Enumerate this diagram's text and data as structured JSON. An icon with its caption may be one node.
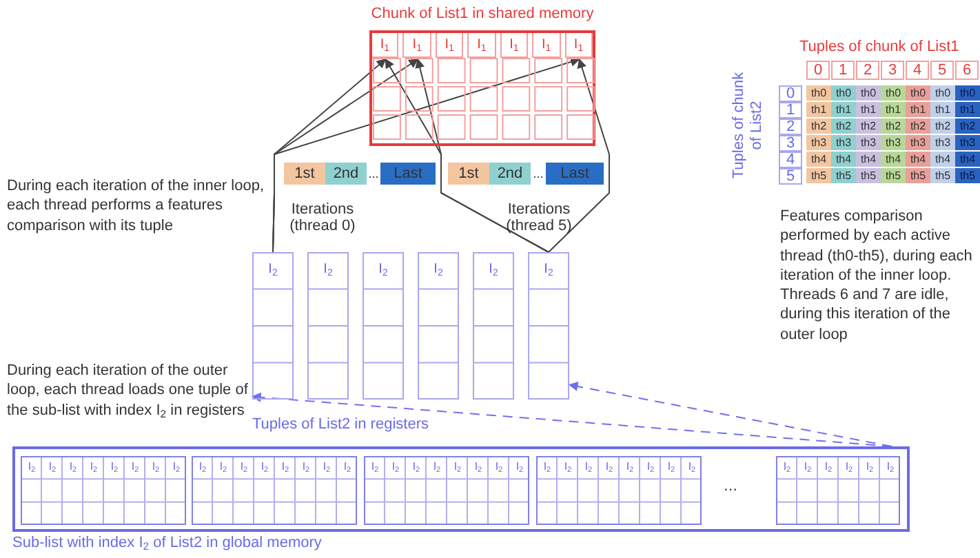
{
  "diagram": {
    "nodes": [
      {
        "text": [
          "Chunk of List1 in shared memory"
        ]
      },
      {
        "text": [
          "I$_{1}$"
        ],
        "in": 0
      },
      {
        "text": [
          "I$_{1}$"
        ],
        "in": 0
      },
      {
        "text": [
          "I$_{1}$"
        ],
        "in": 0
      },
      {
        "text": [
          "I$_{1}$"
        ],
        "in": 0
      },
      {
        "text": [
          "I$_{1}$"
        ],
        "in": 0
      },
      {
        "text": [
          "I$_{1}$"
        ],
        "in": 0
      },
      {
        "text": [
          "I$_{1}$"
        ],
        "in": 0
      },
      {
        "text": [
          "1st"
        ]
      },
      {
        "text": [
          "2nd"
        ]
      },
      {
        "text": [
          "Last"
        ]
      },
      {
        "text": [
          "1st"
        ]
      },
      {
        "text": [
          "2nd"
        ]
      },
      {
        "text": [
          "Last"
        ]
      },
      {
        "text": [
          "I$_{2}$"
        ]
      },
      {
        "text": [
          "I$_{2}$"
        ]
      },
      {
        "text": [
          "I$_{2}$"
        ]
      },
      {
        "text": [
          "I$_{2}$"
        ]
      },
      {
        "text": [
          "I$_{2}$"
        ]
      },
      {
        "text": [
          "I$_{2}$"
        ]
      },
      {
        "text": [
          "Sub-list with index I$_{2}$ of List2 in global memory"
        ]
      },
      {
        "text": [
          "I$_{2}$",
          "I$_{2}$",
          "I$_{2}$",
          "I$_{2}$",
          "I$_{2}$",
          "I$_{2}$",
          "I$_{2}$",
          "I$_{2}$"
        ],
        "in": 20
      },
      {
        "text": [
          "I$_{2}$",
          "I$_{2}$",
          "I$_{2}$",
          "I$_{2}$",
          "I$_{2}$",
          "I$_{2}$",
          "I$_{2}$",
          "I$_{2}$"
        ],
        "in": 20
      },
      {
        "text": [
          "I$_{2}$",
          "I$_{2}$",
          "I$_{2}$",
          "I$_{2}$",
          "I$_{2}$",
          "I$_{2}$",
          "I$_{2}$",
          "I$_{2}$"
        ],
        "in": 20
      },
      {
        "text": [
          "I$_{2}$",
          "I$_{2}$",
          "I$_{2}$",
          "I$_{2}$",
          "I$_{2}$",
          "I$_{2}$",
          "I$_{2}$",
          "I$_{2}$"
        ],
        "in": 20
      },
      {
        "text": [
          "I$_{2}$",
          "I$_{2}$",
          "I$_{2}$",
          "I$_{2}$",
          "I$_{2}$",
          "I$_{2}$"
        ],
        "in": 20
      }
    ],
    "edges": [
      {
        "from": 14,
        "to": 1,
        "arrow": "to"
      },
      {
        "from": 14,
        "to": 2,
        "arrow": "to"
      },
      {
        "from": 14,
        "to": 7,
        "arrow": "to"
      },
      {
        "from": 19,
        "to": 1,
        "arrow": "to"
      },
      {
        "from": 19,
        "to": 2,
        "arrow": "to"
      },
      {
        "from": 19,
        "to": 7,
        "arrow": "to"
      },
      {
        "from": 20,
        "to": 14,
        "arrow": "to",
        "style": "dashed",
        "color": "#7070ee"
      },
      {
        "from": 20,
        "to": 19,
        "arrow": "to",
        "style": "dashed",
        "color": "#7070ee"
      }
    ],
    "labels": [
      "During each iteration of the inner loop, each thread performs a features comparison with its tuple",
      "During each iteration of the outer loop, each thread loads one tuple of the sub-list with index I$_{2}$ in registers",
      "Iterations (thread 0)",
      "Iterations (thread 5)",
      "...",
      "...",
      "Tuples of List2 in registers",
      "...",
      "Tuples of chunk of List1",
      "0",
      "1",
      "2",
      "3",
      "4",
      "5",
      "6",
      "Tuples of chunk of List2",
      "0",
      "th0",
      "th0",
      "th0",
      "th0",
      "th0",
      "th0",
      "th0",
      "1",
      "th1",
      "th1",
      "th1",
      "th1",
      "th1",
      "th1",
      "th1",
      "2",
      "th2",
      "th2",
      "th2",
      "th2",
      "th2",
      "th2",
      "th2",
      "3",
      "th3",
      "th3",
      "th3",
      "th3",
      "th3",
      "th3",
      "th3",
      "4",
      "th4",
      "th4",
      "th4",
      "th4",
      "th4",
      "th4",
      "th4",
      "5",
      "th5",
      "th5",
      "th5",
      "th5",
      "th5",
      "th5",
      "th5",
      "Features comparison performed by each active thread (th0-th5), during each iteration of the inner loop. Threads 6 and 7 are idle, during this iteration of the outer loop"
    ]
  }
}
